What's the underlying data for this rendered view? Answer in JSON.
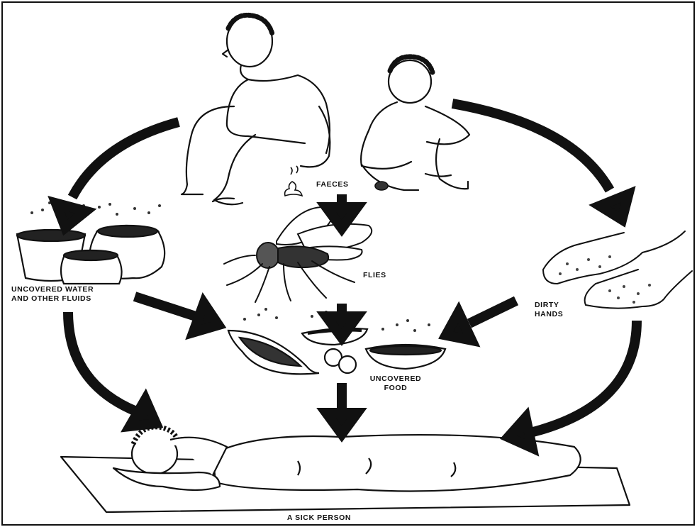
{
  "labels": {
    "faeces": "FAECES",
    "flies": "FLIES",
    "water_line1": "UNCOVERED WATER",
    "water_line2": "AND OTHER FLUIDS",
    "hands_line1": "DIRTY",
    "hands_line2": "HANDS",
    "food_line1": "UNCOVERED",
    "food_line2": "FOOD",
    "sick_person": "A SICK PERSON"
  },
  "colors": {
    "ink": "#111111",
    "background": "#ffffff"
  }
}
